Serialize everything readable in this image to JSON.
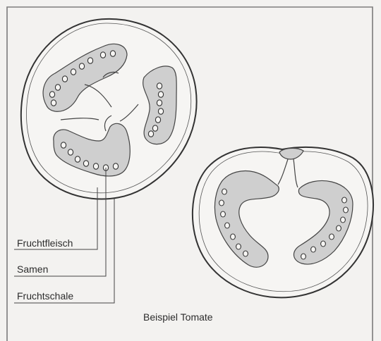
{
  "labels": {
    "fruchtfleisch": "Fruchtfleisch",
    "samen": "Samen",
    "fruchtschale": "Fruchtschale"
  },
  "caption": "Beispiel Tomate",
  "colors": {
    "outline": "#3a3a3a",
    "flesh": "#f6f5f3",
    "gel": "#cfcfcf",
    "frame": "#555555"
  }
}
